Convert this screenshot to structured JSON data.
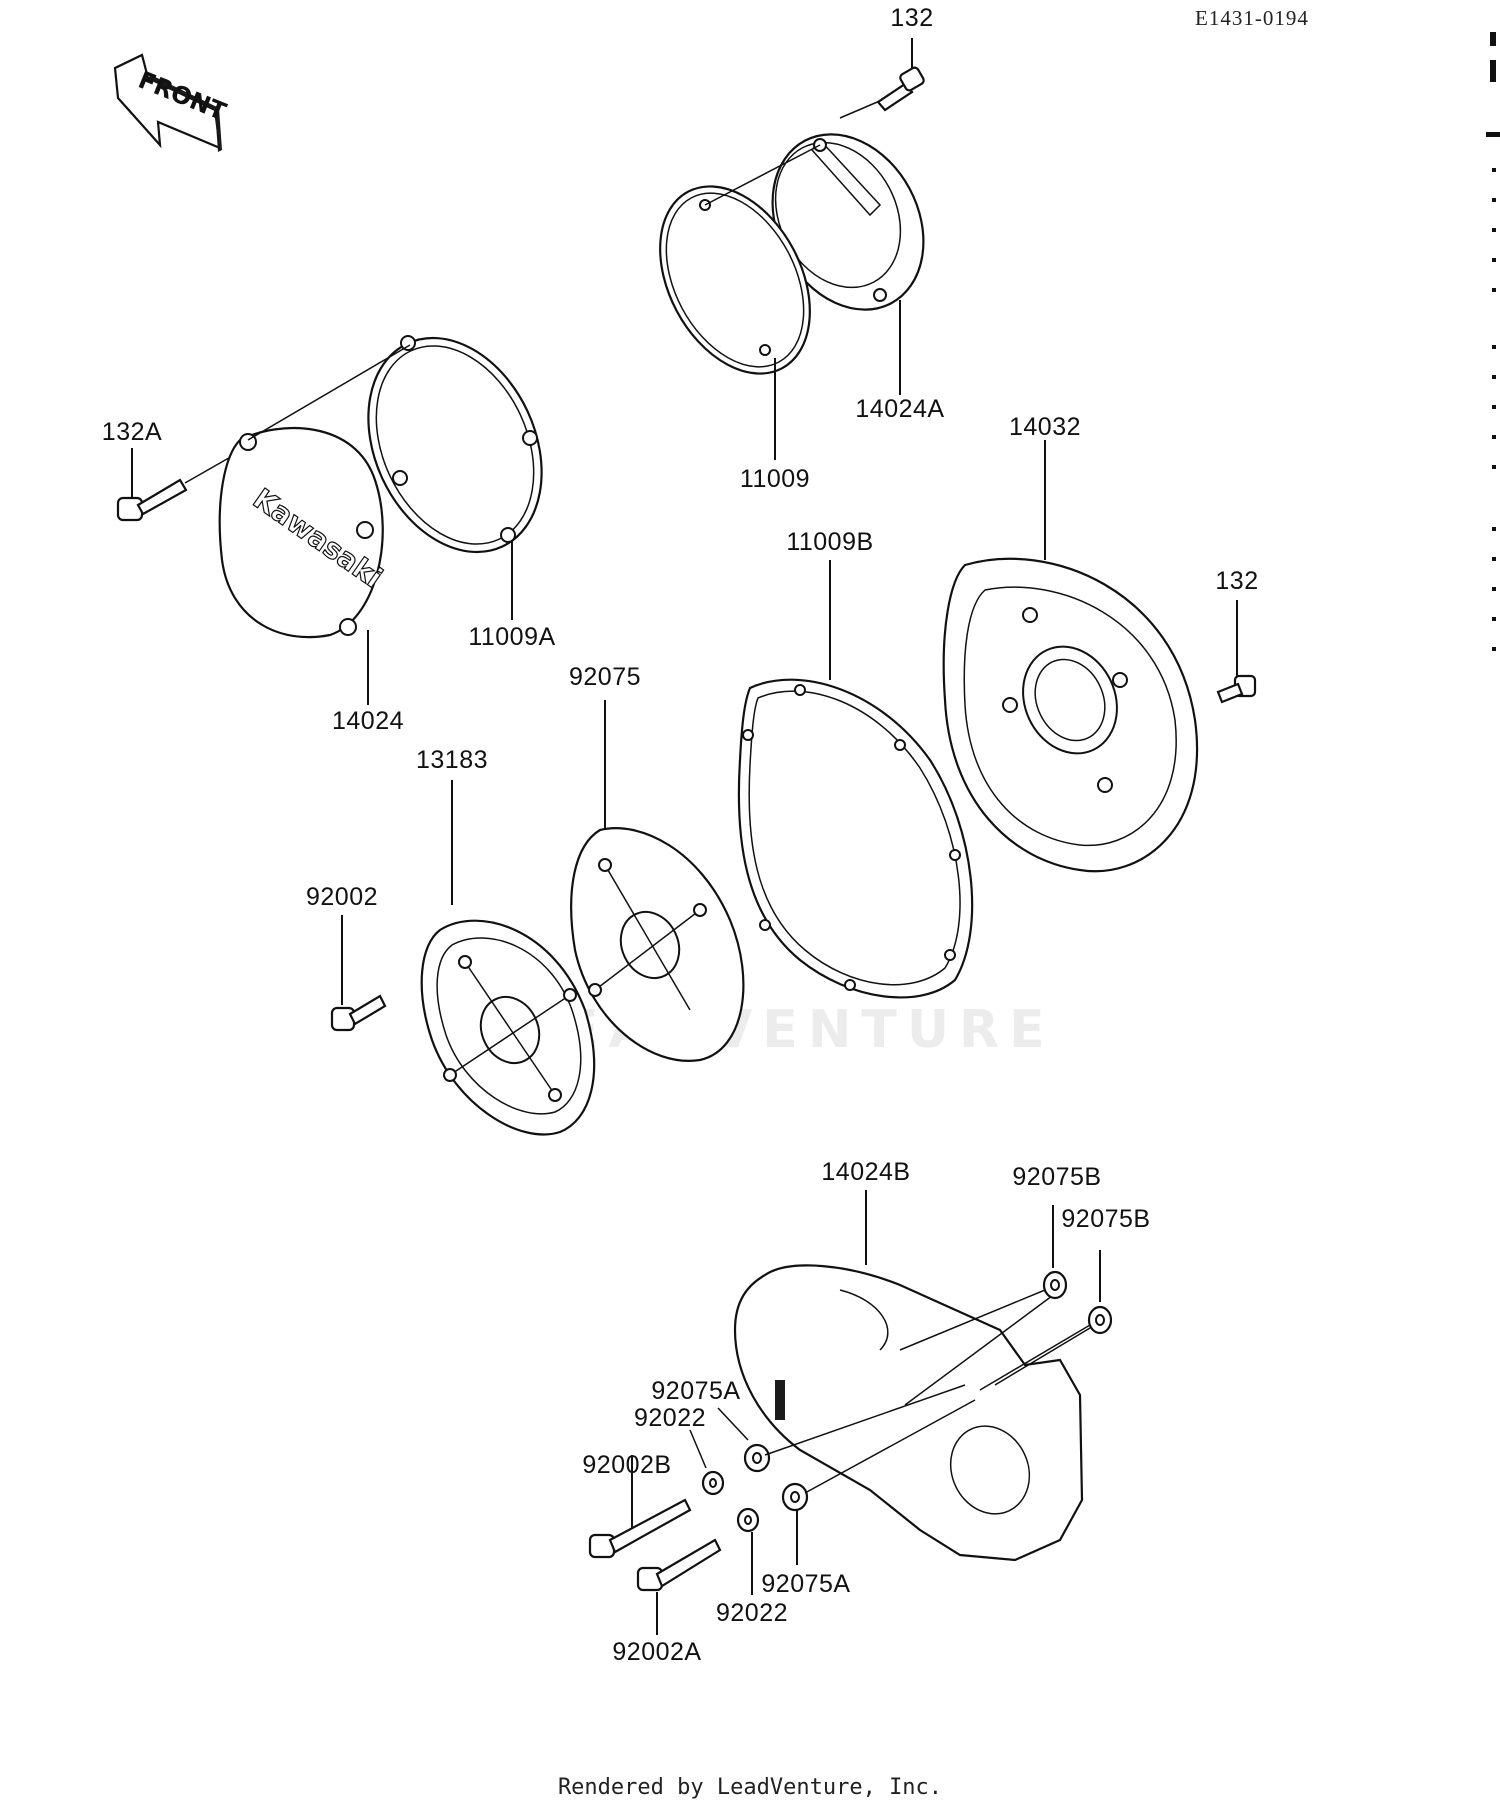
{
  "diagram_code": "E1431-0194",
  "front_arrow_text": "FRONT",
  "brand_text": "Kawasaki",
  "watermark": "LEADVENTURE",
  "footer": "Rendered by LeadVenture, Inc.",
  "callouts": {
    "c132_top": "132",
    "c14024A": "14024A",
    "c11009": "11009",
    "c132A": "132A",
    "c11009A": "11009A",
    "c14024": "14024",
    "c14032": "14032",
    "c11009B": "11009B",
    "c132_right": "132",
    "c92075": "92075",
    "c13183": "13183",
    "c92002": "92002",
    "c14024B": "14024B",
    "c92075B_1": "92075B",
    "c92075B_2": "92075B",
    "c92075A_1": "92075A",
    "c92022_1": "92022",
    "c92002B": "92002B",
    "c92075A_2": "92075A",
    "c92022_2": "92022",
    "c92002A": "92002A"
  }
}
